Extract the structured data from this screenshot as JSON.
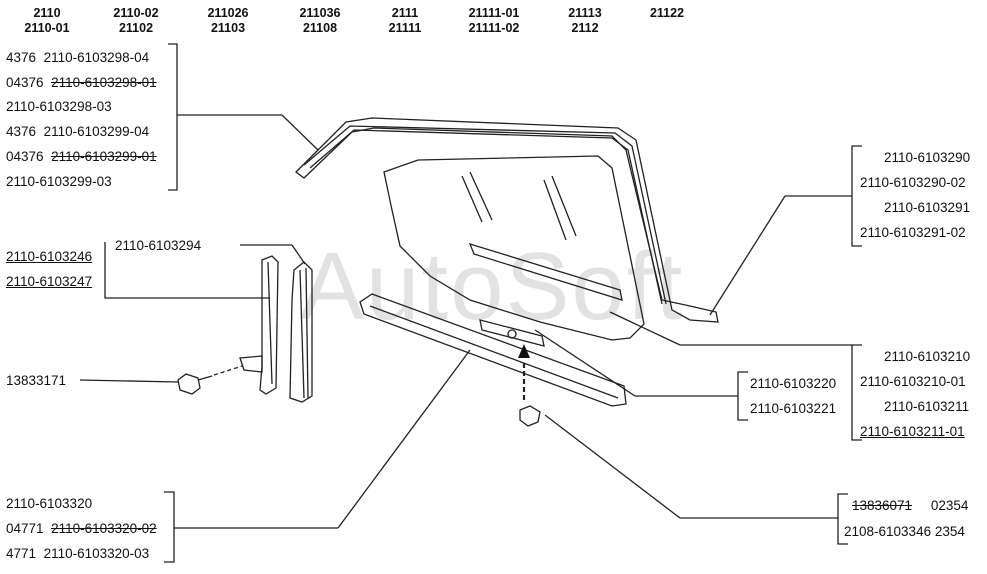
{
  "headers": [
    {
      "line1": "2110",
      "line2": "2110-01"
    },
    {
      "line1": "2110-02",
      "line2": "21102"
    },
    {
      "line1": "211026",
      "line2": "21103"
    },
    {
      "line1": "211036",
      "line2": "21108"
    },
    {
      "line1": "2111",
      "line2": "21111"
    },
    {
      "line1": "21111-01",
      "line2": "21111-02"
    },
    {
      "line1": "21113",
      "line2": "2112"
    },
    {
      "line1": "21122",
      "line2": ""
    }
  ],
  "watermark": "AutoSoft",
  "groups": {
    "top_left": [
      {
        "prefix": "4376",
        "code": "2110-6103298-04"
      },
      {
        "prefix": "04376",
        "code": "2110-6103298-01"
      },
      {
        "prefix": "",
        "code": "2110-6103298-03"
      },
      {
        "prefix": "4376",
        "code": "2110-6103299-04"
      },
      {
        "prefix": "04376",
        "code": "2110-6103299-01"
      },
      {
        "prefix": "",
        "code": "2110-6103299-03"
      }
    ],
    "pillar": [
      "2110-6103246",
      "2110-6103247"
    ],
    "seal_right": "2110-6103294",
    "bolt_left": "13833171",
    "bottom_left": [
      {
        "prefix": "",
        "code": "2110-6103320"
      },
      {
        "prefix": "04771",
        "code": "2110-6103320-02"
      },
      {
        "prefix": "4771",
        "code": "2110-6103320-03"
      }
    ],
    "right_top": [
      "2110-6103290",
      "2110-6103290-02",
      "2110-6103291",
      "2110-6103291-02"
    ],
    "right_middle": [
      "2110-6103210",
      "2110-6103210-01",
      "2110-6103211",
      "2110-6103211-01"
    ],
    "rail": [
      "2110-6103220",
      "2110-6103221"
    ],
    "bottom_right": [
      {
        "code": "13836071",
        "alt": "02354"
      },
      {
        "code": "2108-6103346",
        "alt": "2354"
      }
    ]
  }
}
